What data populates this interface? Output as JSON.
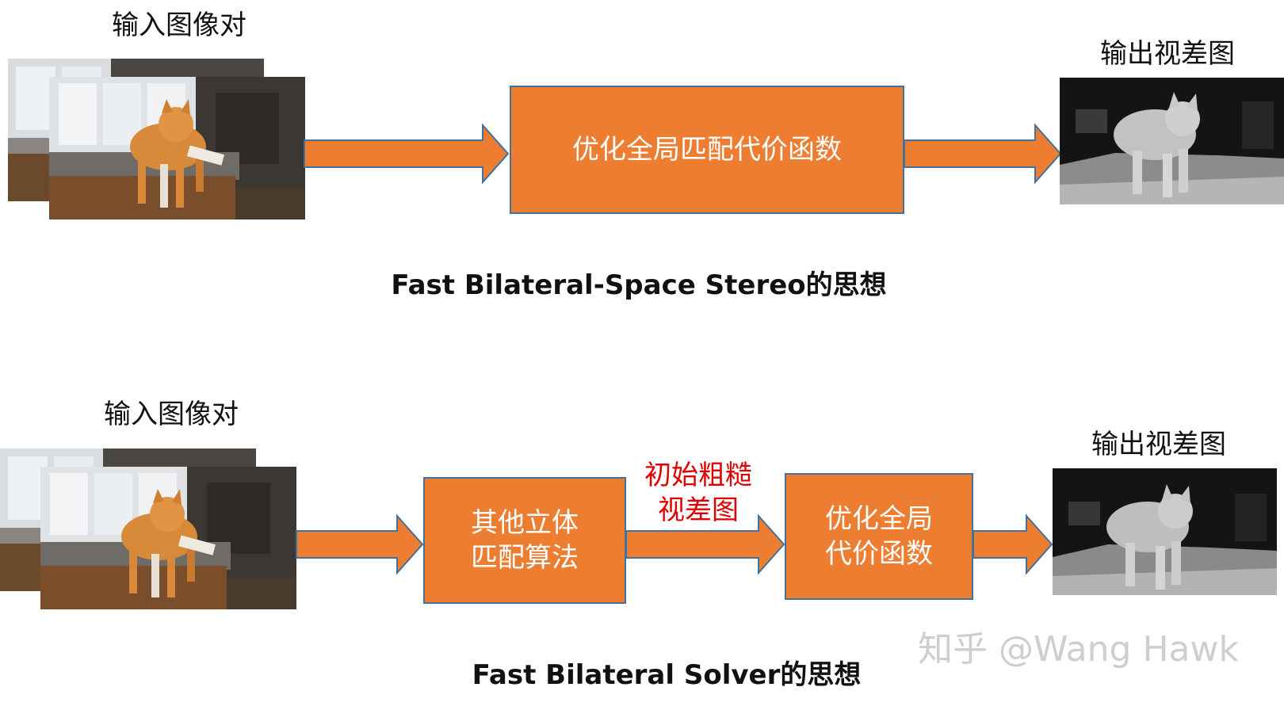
{
  "top": {
    "input_label": "输入图像对",
    "process_box": "优化全局匹配代价函数",
    "output_label": "输出视差图",
    "caption": "Fast Bilateral-Space Stereo的思想"
  },
  "bottom": {
    "input_label": "输入图像对",
    "box1_line1": "其他立体",
    "box1_line2": "匹配算法",
    "note_line1": "初始粗糙",
    "note_line2": "视差图",
    "box2_line1": "优化全局",
    "box2_line2": "代价函数",
    "output_label": "输出视差图",
    "caption": "Fast Bilateral Solver的思想"
  },
  "watermark": "知乎 @Wang Hawk",
  "colors": {
    "box_fill": "#ED7D31",
    "box_border": "#41719C",
    "note_text": "#E00000",
    "caption_text": "#111111"
  }
}
